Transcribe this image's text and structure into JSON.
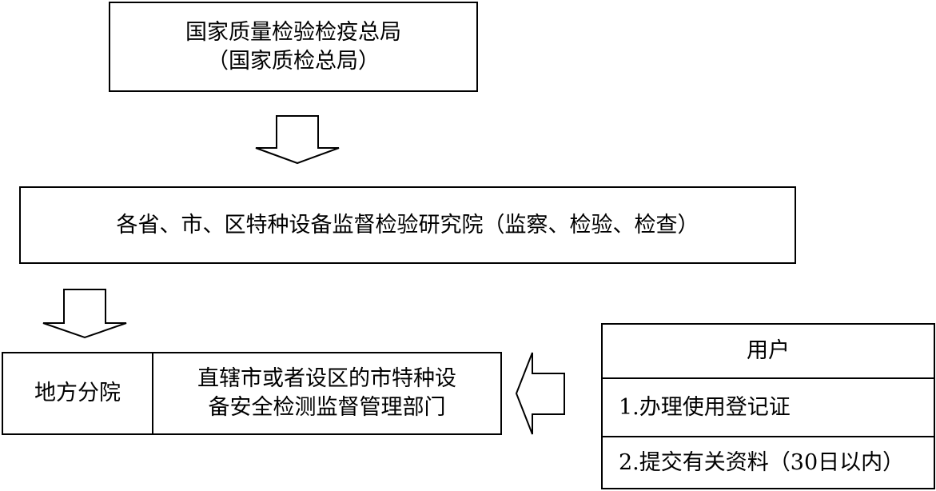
{
  "top_box": {
    "line1": "国家质量检验检疫总局",
    "line2": "（国家质检总局）"
  },
  "mid_box": {
    "text": "各省、市、区特种设备监督检验研究院（监察、检验、检查）"
  },
  "local_box": {
    "left_label": "地方分院",
    "right_line1": "直辖市或者设区的市特种设",
    "right_line2": "备安全检测监督管理部门"
  },
  "user_box": {
    "title": "用户",
    "items": [
      "1.办理使用登记证",
      "2.提交有关资料（30日以内）"
    ]
  }
}
